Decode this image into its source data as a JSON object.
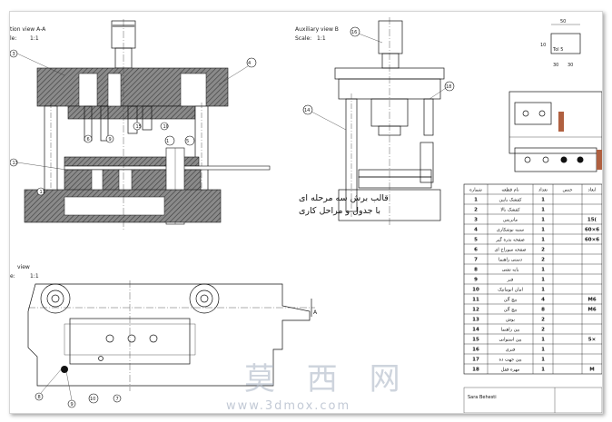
{
  "views": {
    "section": {
      "title": "tion view  A-A",
      "scale_label": "le:",
      "scale": "1:1"
    },
    "auxiliary": {
      "title": "Auxiliary view  B",
      "scale_label": "Scale:",
      "scale": "1:1"
    },
    "top": {
      "title": "view",
      "scale_label": "e:",
      "scale": "1:1"
    }
  },
  "annotation": {
    "line1": "قالب برش سه مرحله ای",
    "line2": "با جدول و مراحل کاری"
  },
  "section_marker": "A",
  "balloons_section": [
    "3",
    "13",
    "11",
    "4",
    "6",
    "9",
    "15",
    "10",
    "1",
    "5"
  ],
  "balloons_aux": [
    "16",
    "18",
    "14"
  ],
  "balloons_top": [
    "8",
    "9",
    "10",
    "7"
  ],
  "dims": {
    "d50": "50",
    "d10": "10",
    "d30a": "30",
    "d30b": "30",
    "tol": "Tol 5"
  },
  "table": {
    "headers": [
      "شماره",
      "نام قطعه",
      "تعداد",
      "جنس",
      "ابعاد"
    ],
    "rows": [
      {
        "no": "1",
        "name": "کفشک پایین",
        "qty": "1",
        "mat": "",
        "dim": ""
      },
      {
        "no": "2",
        "name": "کفشک بالا",
        "qty": "1",
        "mat": "",
        "dim": ""
      },
      {
        "no": "3",
        "name": "ماتریس",
        "qty": "1",
        "mat": "",
        "dim": "15("
      },
      {
        "no": "4",
        "name": "سنبه نوشکاری",
        "qty": "1",
        "mat": "",
        "dim": "60×6"
      },
      {
        "no": "5",
        "name": "صفحه بدره گیر",
        "qty": "1",
        "mat": "",
        "dim": "60×6"
      },
      {
        "no": "6",
        "name": "صفحه سوراخ ای",
        "qty": "2",
        "mat": "",
        "dim": ""
      },
      {
        "no": "7",
        "name": "دستی راهنما",
        "qty": "2",
        "mat": "",
        "dim": ""
      },
      {
        "no": "8",
        "name": "پایه تشی",
        "qty": "1",
        "mat": "",
        "dim": ""
      },
      {
        "no": "9",
        "name": "فنر",
        "qty": "1",
        "mat": "",
        "dim": ""
      },
      {
        "no": "10",
        "name": "امان اتوماتیک",
        "qty": "1",
        "mat": "",
        "dim": ""
      },
      {
        "no": "11",
        "name": "پیچ آلن",
        "qty": "4",
        "mat": "",
        "dim": "M6"
      },
      {
        "no": "12",
        "name": "پیچ آلن",
        "qty": "8",
        "mat": "",
        "dim": "M6"
      },
      {
        "no": "13",
        "name": "بوش",
        "qty": "2",
        "mat": "",
        "dim": ""
      },
      {
        "no": "14",
        "name": "پین راهنما",
        "qty": "2",
        "mat": "",
        "dim": ""
      },
      {
        "no": "15",
        "name": "پین استوانی",
        "qty": "1",
        "mat": "",
        "dim": "5×"
      },
      {
        "no": "16",
        "name": "فنری",
        "qty": "1",
        "mat": "",
        "dim": ""
      },
      {
        "no": "17",
        "name": "پین جهت ده",
        "qty": "1",
        "mat": "",
        "dim": ""
      },
      {
        "no": "18",
        "name": "مهره قفل",
        "qty": "1",
        "mat": "",
        "dim": "M"
      }
    ]
  },
  "title_block": {
    "l1": "Sara Behesti",
    "l2": "",
    "l3": ""
  },
  "watermark": {
    "cn": "莫 西 网",
    "url": "www.3dmox.com"
  },
  "colors": {
    "ink": "#111111",
    "hatch": "#555555",
    "strip": "#b06040"
  }
}
